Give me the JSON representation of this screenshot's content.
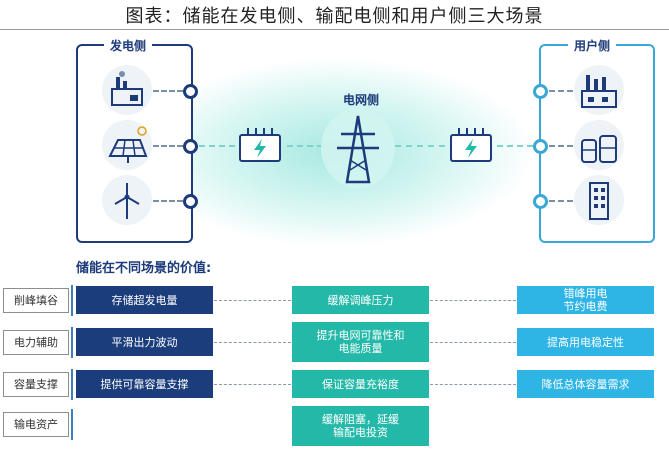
{
  "figure_title": "图表：储能在发电侧、输配电侧和用户侧三大场景",
  "generation_side": {
    "label": "发电侧",
    "icons": [
      "factory-icon",
      "solar-panel-icon",
      "wind-turbine-icon"
    ]
  },
  "grid_side": {
    "label": "电网侧",
    "icons": [
      "transmission-tower-icon",
      "transformer-icon"
    ]
  },
  "user_side": {
    "label": "用户侧",
    "icons": [
      "industrial-plant-icon",
      "storage-tanks-icon",
      "office-building-icon"
    ]
  },
  "section_title": "储能在不同场景的价值:",
  "rows": [
    {
      "label": "削峰填谷",
      "generation": "存储超发电量",
      "grid": "缓解调峰压力",
      "user": "错峰用电\n节约电费"
    },
    {
      "label": "电力辅助",
      "generation": "平滑出力波动",
      "grid": "提升电网可靠性和\n电能质量",
      "user": "提高用电稳定性"
    },
    {
      "label": "容量支撑",
      "generation": "提供可靠容量支撑",
      "grid": "保证容量充裕度",
      "user": "降低总体容量需求"
    },
    {
      "label": "输电资产",
      "generation": "",
      "grid": "缓解阻塞，延缓\n输配电投资",
      "user": ""
    }
  ],
  "colors": {
    "navy": "#1b3d7c",
    "teal": "#24b8a8",
    "sky": "#2fb4e6"
  }
}
